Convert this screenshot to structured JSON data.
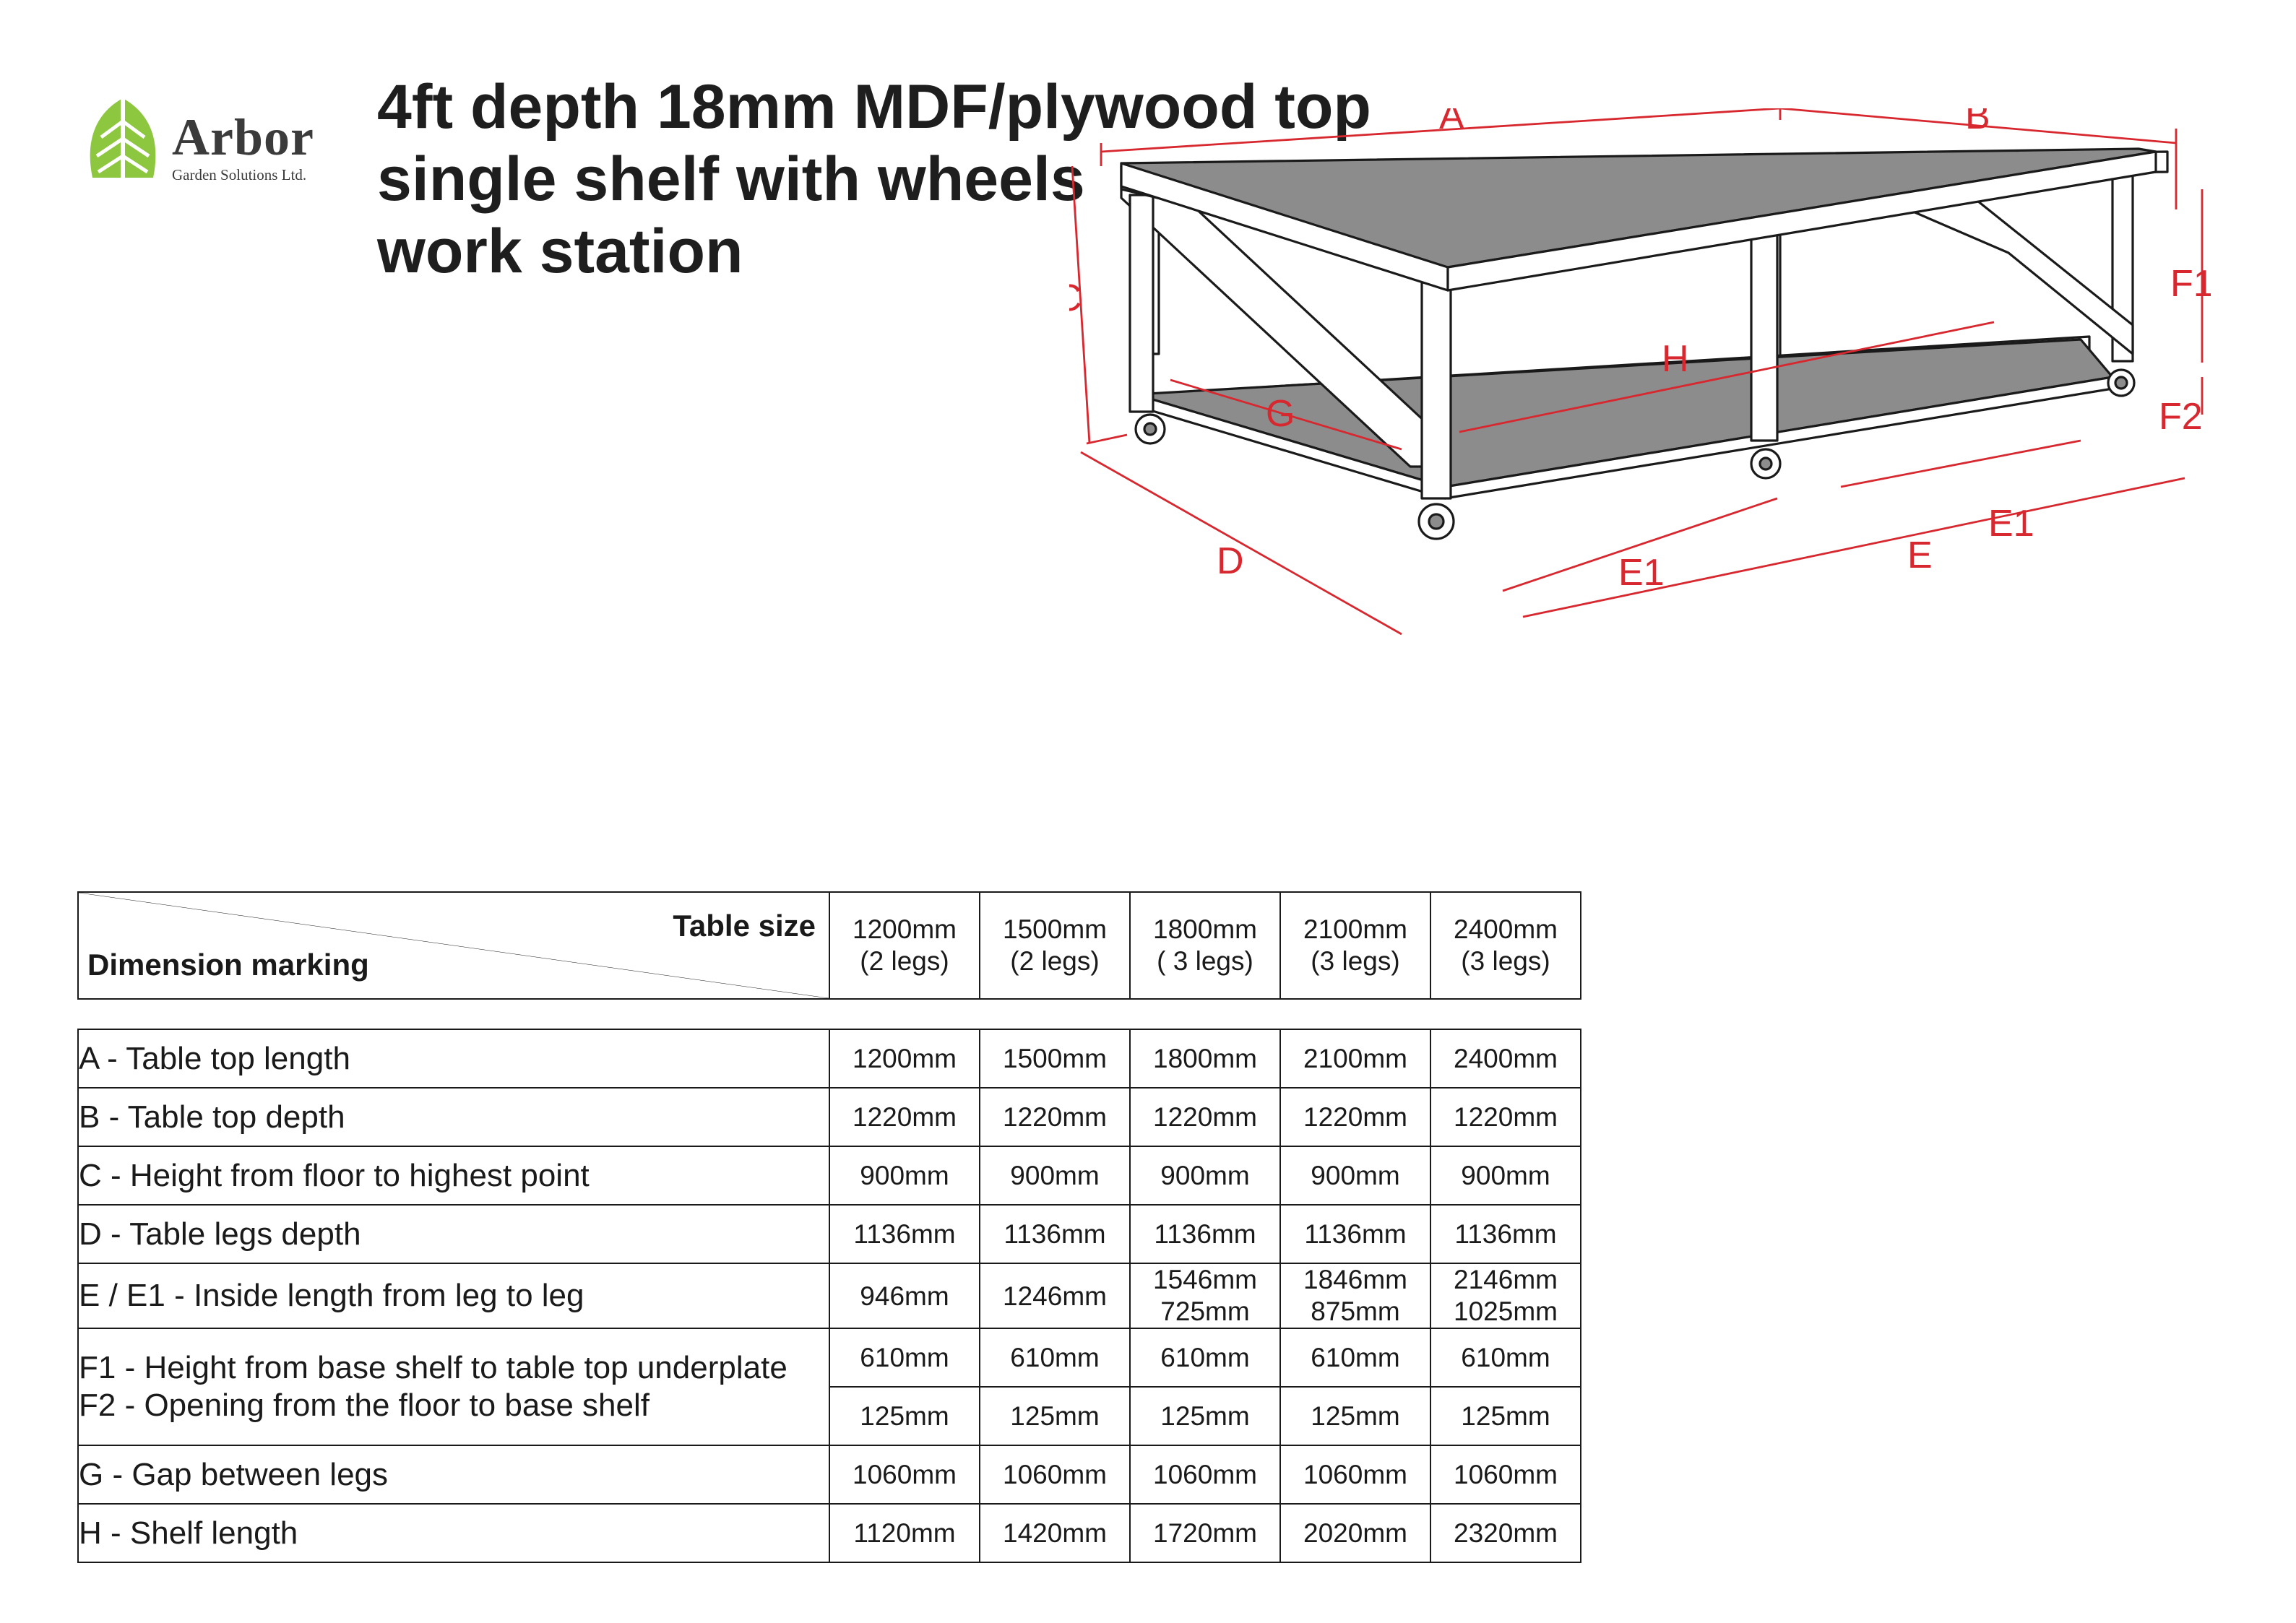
{
  "logo": {
    "name": "Arbor",
    "subtitle": "Garden Solutions Ltd."
  },
  "title_lines": [
    "4ft depth 18mm MDF/plywood top",
    "single shelf with wheels",
    "work station"
  ],
  "dimension_letters": {
    "a": "A",
    "b": "B",
    "c": "C",
    "d": "D",
    "e": "E",
    "e1_front": "E1",
    "e1_back": "E1",
    "f1": "F1",
    "f2": "F2",
    "g": "G",
    "h": "H"
  },
  "table": {
    "corner_top": "Table size",
    "corner_bottom": "Dimension marking",
    "sizes": [
      {
        "size": "1200mm",
        "legs": "(2 legs)"
      },
      {
        "size": "1500mm",
        "legs": "(2 legs)"
      },
      {
        "size": "1800mm",
        "legs": "( 3 legs)"
      },
      {
        "size": "2100mm",
        "legs": "(3 legs)"
      },
      {
        "size": "2400mm",
        "legs": "(3 legs)"
      }
    ],
    "rows": {
      "a": {
        "label": "A - Table top length",
        "values": [
          "1200mm",
          "1500mm",
          "1800mm",
          "2100mm",
          "2400mm"
        ]
      },
      "b": {
        "label": "B - Table top depth",
        "values": [
          "1220mm",
          "1220mm",
          "1220mm",
          "1220mm",
          "1220mm"
        ]
      },
      "c": {
        "label": "C - Height from floor to highest point",
        "values": [
          "900mm",
          "900mm",
          "900mm",
          "900mm",
          "900mm"
        ]
      },
      "d": {
        "label": "D - Table legs depth",
        "values": [
          "1136mm",
          "1136mm",
          "1136mm",
          "1136mm",
          "1136mm"
        ]
      },
      "e": {
        "label": "E / E1 - Inside length from leg to leg",
        "e": [
          "946mm",
          "1246mm",
          "1546mm",
          "1846mm",
          "2146mm"
        ],
        "e1": [
          "",
          "",
          "725mm",
          "875mm",
          "1025mm"
        ]
      },
      "f": {
        "label_f1": "F1 - Height from base shelf to table top underplate",
        "label_f2": "F2 - Opening from the floor to base shelf",
        "f1": [
          "610mm",
          "610mm",
          "610mm",
          "610mm",
          "610mm"
        ],
        "f2": [
          "125mm",
          "125mm",
          "125mm",
          "125mm",
          "125mm"
        ]
      },
      "g": {
        "label": "G - Gap between legs",
        "values": [
          "1060mm",
          "1060mm",
          "1060mm",
          "1060mm",
          "1060mm"
        ]
      },
      "h": {
        "label": "H - Shelf length",
        "values": [
          "1120mm",
          "1420mm",
          "1720mm",
          "2020mm",
          "2320mm"
        ]
      }
    }
  },
  "colors": {
    "dimension_red": "#d8282f",
    "top_grey": "#8c8c8c",
    "frame_white": "#ffffff",
    "ink": "#1a1a1a",
    "logo_green": "#8dc63f"
  }
}
